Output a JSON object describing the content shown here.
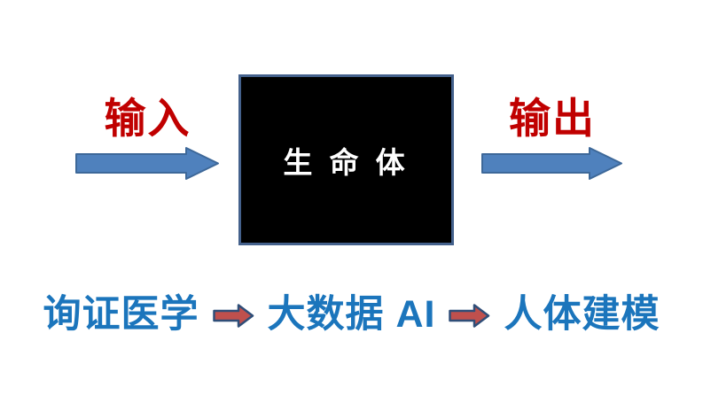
{
  "diagram": {
    "input_label": "输入",
    "output_label": "输出",
    "box_label": "生 命 体",
    "bottom_flow": {
      "step1": "询证医学",
      "step2": "大数据 AI",
      "step3": "人体建模"
    }
  },
  "colors": {
    "io_label_red": "#C00000",
    "blue_arrow_fill": "#4F81BD",
    "blue_arrow_stroke": "#3D6899",
    "box_fill": "#000000",
    "box_border": "#44618C",
    "box_text_white": "#FFFFFF",
    "flow_text_blue": "#1B75BC",
    "red_arrow_fill": "#C0504D",
    "red_arrow_stroke": "#2F4E78",
    "background": "#FFFFFF"
  }
}
